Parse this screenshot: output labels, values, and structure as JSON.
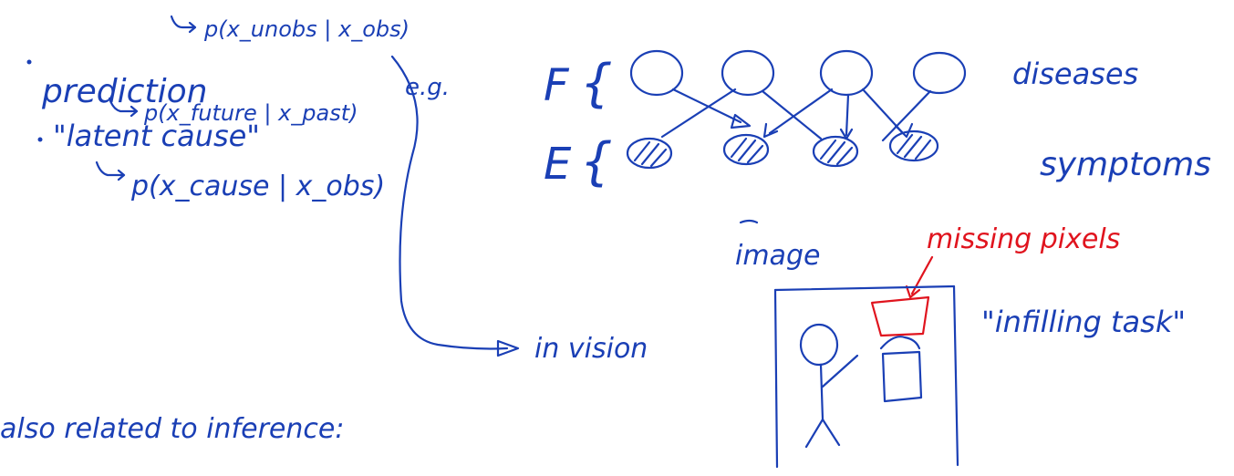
{
  "notes": {
    "unobs_formula": "p(x_unobs | x_obs)",
    "bullet_prediction": "prediction",
    "prediction_formula": "p(x_future | x_past)",
    "bullet_latent": "\"latent cause\"",
    "latent_formula": "p(x_cause | x_obs)",
    "eg": "e.g.",
    "in_vision": "in vision",
    "also_related": "also related to inference:"
  },
  "network": {
    "top_label": "F",
    "bottom_label": "E",
    "top_caption": "diseases",
    "bottom_caption": "symptoms"
  },
  "image_sketch": {
    "title": "image",
    "missing_label": "missing pixels",
    "task_label": "\"infilling task\""
  },
  "colors": {
    "ink": "#1a3fb5",
    "highlight": "#e0141e"
  }
}
